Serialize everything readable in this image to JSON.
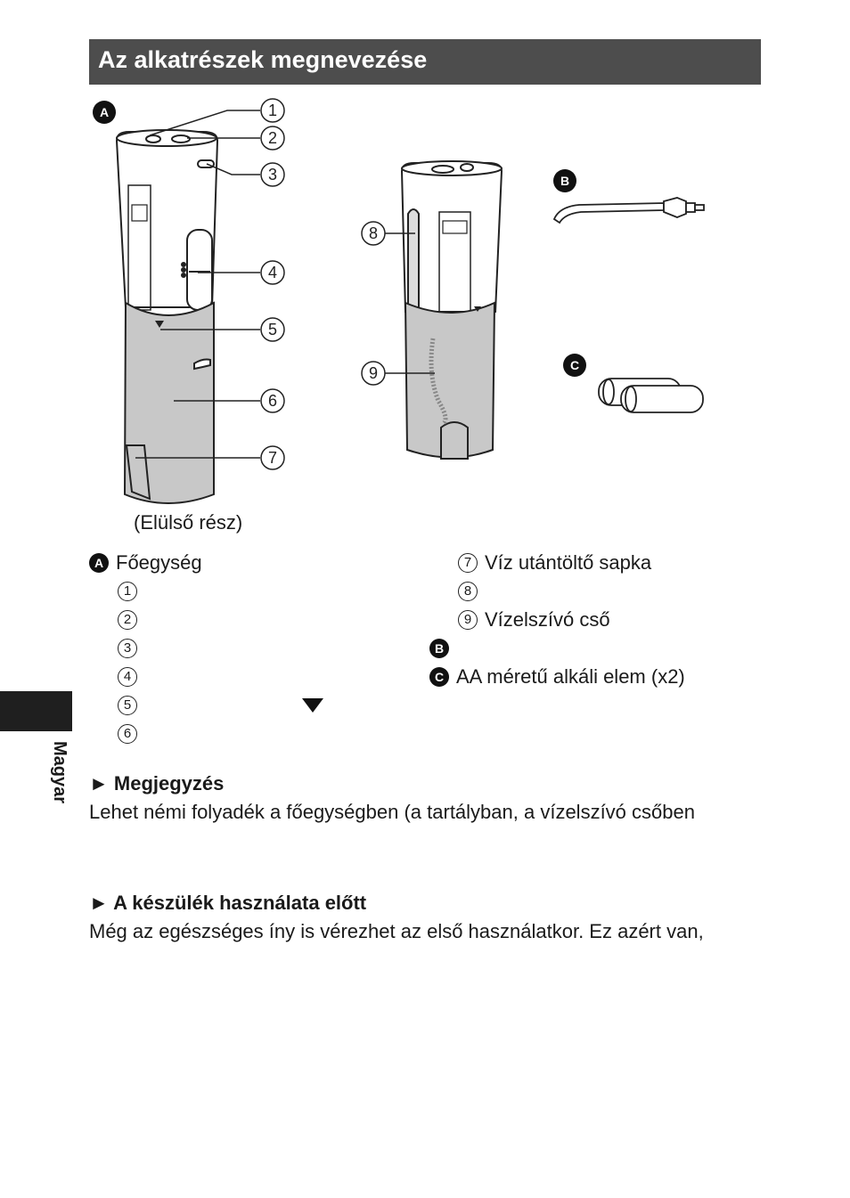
{
  "title": "Az alkatrészek megnevezése",
  "figure": {
    "badges": {
      "a": "A",
      "b": "B",
      "c": "C"
    },
    "callouts": [
      "1",
      "2",
      "3",
      "4",
      "5",
      "6",
      "7",
      "8",
      "9"
    ],
    "caption": "(Elülső rész)"
  },
  "legend_left": [
    {
      "kind": "badge",
      "marker": "A",
      "text": "Főegység"
    },
    {
      "kind": "num",
      "marker": "1",
      "text": ""
    },
    {
      "kind": "num",
      "marker": "2",
      "text": ""
    },
    {
      "kind": "num",
      "marker": "3",
      "text": ""
    },
    {
      "kind": "num",
      "marker": "4",
      "text": ""
    },
    {
      "kind": "num",
      "marker": "5",
      "text": ""
    },
    {
      "kind": "num",
      "marker": "6",
      "text": ""
    }
  ],
  "legend_right": [
    {
      "kind": "num",
      "marker": "7",
      "text": "Víz utántöltő sapka"
    },
    {
      "kind": "num",
      "marker": "8",
      "text": ""
    },
    {
      "kind": "num",
      "marker": "9",
      "text": "Vízelszívó cső"
    },
    {
      "kind": "badge",
      "marker": "B",
      "text": ""
    },
    {
      "kind": "badge",
      "marker": "C",
      "text": "AA méretű alkáli elem (x2)"
    }
  ],
  "side_tab": "Magyar",
  "notes": {
    "heading": "► Megjegyzés",
    "text": "Lehet némi folyadék a főegységben (a tartályban, a vízelszívó csőben"
  },
  "before_use": {
    "heading": "► A készülék használata előtt",
    "text": "Még az egészséges íny is vérezhet az első használatkor. Ez azért van,"
  },
  "colors": {
    "title_bg": "#4d4d4d",
    "tank_gray": "#c8c8c8",
    "tab_bg": "#1f1f1f"
  }
}
